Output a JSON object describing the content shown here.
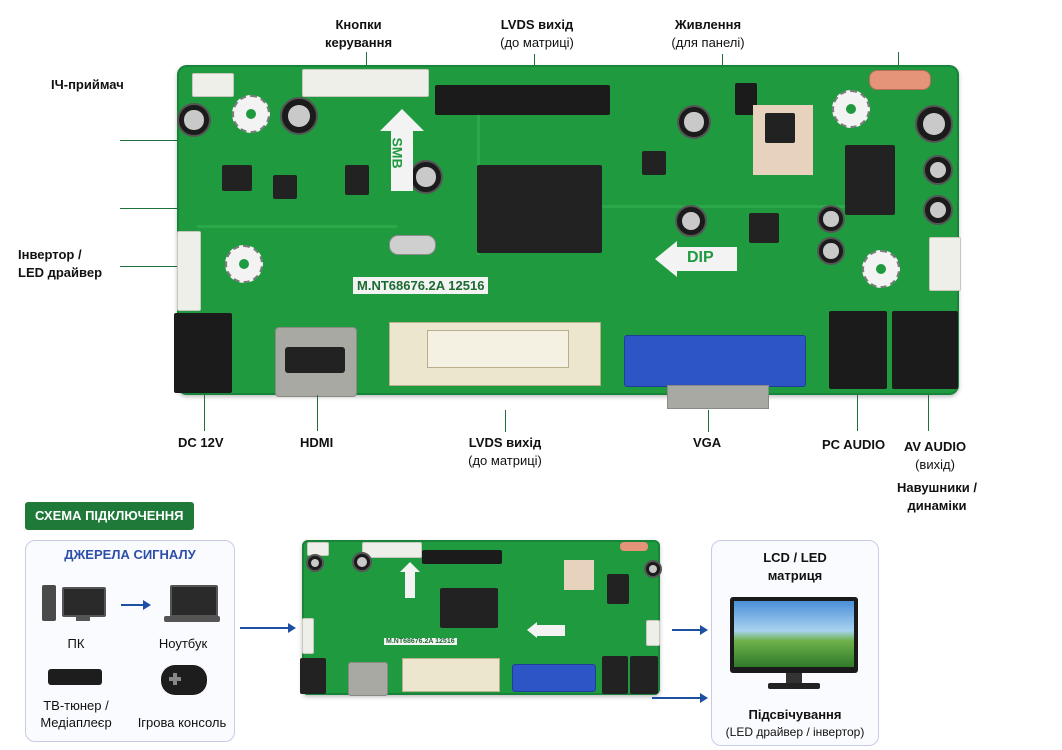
{
  "labels": {
    "buttons": "Кнопки\nкерування",
    "lvds_top_title": "LVDS вихід",
    "lvds_top_sub": "(до матриці)",
    "power_title": "Живлення",
    "power_sub": "(для панелі)",
    "ir": "ІЧ-приймач",
    "inverter_line1": "Інвертор /",
    "inverter_line2": "LED драйвер",
    "dc": "DC 12V",
    "hdmi": "HDMI",
    "lvds_bottom_title": "LVDS вихід",
    "lvds_bottom_sub": "(до матриці)",
    "vga": "VGA",
    "pc_audio": "PC AUDIO",
    "av_audio_title": "AV AUDIO",
    "av_audio_sub": "(вихід)",
    "headphones_line1": "Навушники /",
    "headphones_line2": "динаміки"
  },
  "board": {
    "model": "M.NT68676.2A  12516",
    "smb": "SMB",
    "dip": "DIP"
  },
  "scheme": {
    "title": "СХЕМА ПІДКЛЮЧЕННЯ",
    "sources_title": "ДЖЕРЕЛА СИГНАЛУ",
    "pc": "ПК",
    "laptop": "Ноутбук",
    "tv_line1": "ТВ-тюнер /",
    "tv_line2": "Медіаплеєр",
    "console": "Ігрова консоль",
    "display_line1": "LCD / LED",
    "display_line2": "матриця",
    "backlight_title": "Підсвічування",
    "backlight_sub": "(LED драйвер / інвертор)"
  },
  "colors": {
    "pcb": "#1f9a3e",
    "accent": "#1f7a3a",
    "arrow": "#1d4fa3"
  }
}
